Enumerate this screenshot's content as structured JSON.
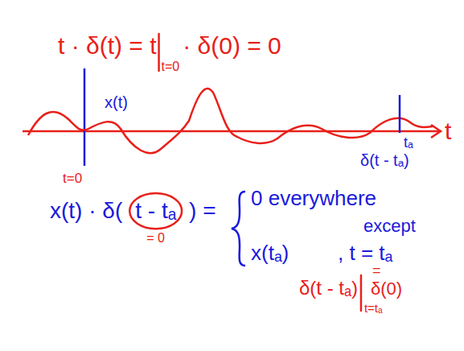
{
  "diagram": {
    "labels": [
      "t · δ(t) = t",
      "t=0",
      "· δ(0) = 0",
      "x(t)",
      "t",
      "t=0",
      "tₐ",
      "δ(t - tₐ)",
      "x(t) · δ(",
      "t - tₐ",
      ") =",
      "= 0",
      "0 everywhere",
      "except",
      "x(tₐ)",
      ", t = tₐ",
      "δ(t - tₐ)",
      "t=tₐ",
      "=",
      "δ(0)"
    ]
  }
}
